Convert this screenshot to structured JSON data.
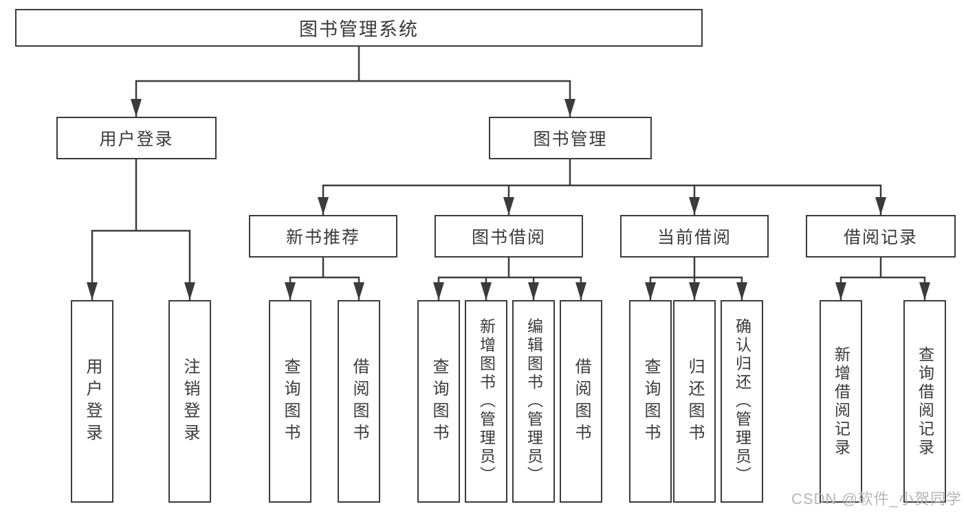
{
  "tree": {
    "root": {
      "label": "图书管理系统"
    },
    "branches": [
      {
        "label": "用户登录",
        "children": [
          {
            "label": "用户登录"
          },
          {
            "label": "注销登录"
          }
        ]
      },
      {
        "label": "图书管理",
        "children": [
          {
            "label": "新书推荐",
            "children": [
              {
                "label": "查询图书"
              },
              {
                "label": "借阅图书"
              }
            ]
          },
          {
            "label": "图书借阅",
            "children": [
              {
                "label": "查询图书"
              },
              {
                "label": "新增图书（管理员）"
              },
              {
                "label": "编辑图书（管理员）"
              },
              {
                "label": "借阅图书"
              }
            ]
          },
          {
            "label": "当前借阅",
            "children": [
              {
                "label": "查询图书"
              },
              {
                "label": "归还图书"
              },
              {
                "label": "确认归还（管理员）"
              }
            ]
          },
          {
            "label": "借阅记录",
            "children": [
              {
                "label": "新增借阅记录"
              },
              {
                "label": "查询借阅记录"
              }
            ]
          }
        ]
      }
    ]
  },
  "watermark": {
    "text": "CSDN @软件_小贺同学"
  },
  "colors": {
    "line": "#3b3b3b",
    "text": "#3a3a3a",
    "watermark": "#b5b5b5",
    "background": "#ffffff"
  }
}
